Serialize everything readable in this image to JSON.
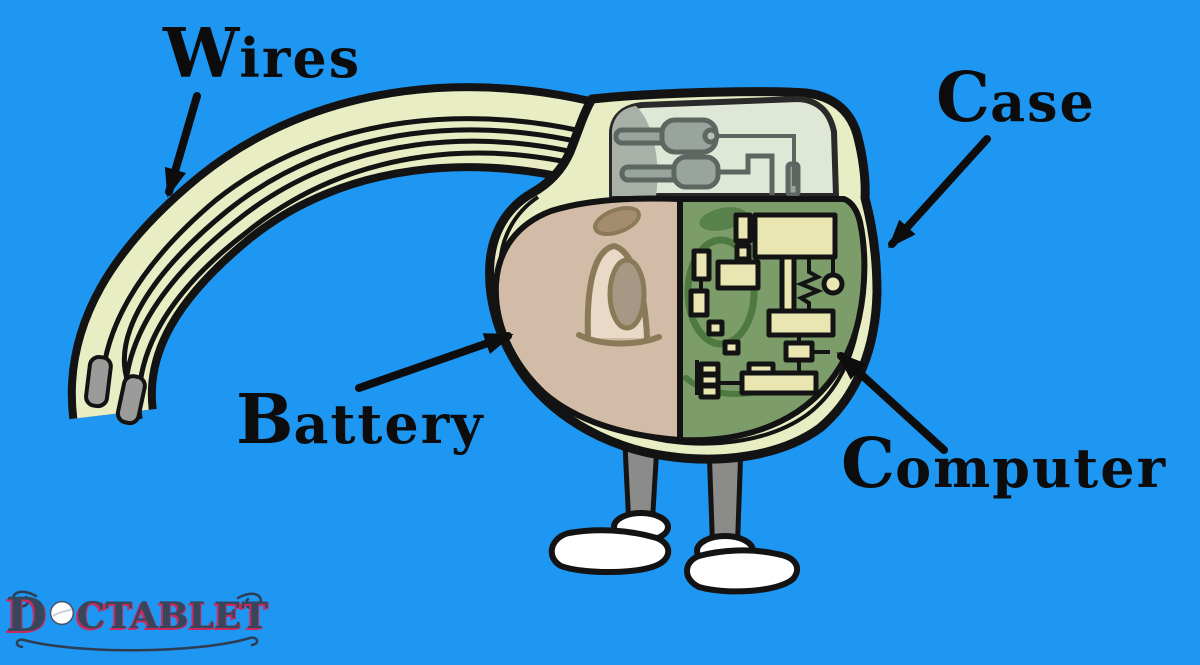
{
  "meta": {
    "background_color": "#1e97f3",
    "image_kind": "educational cartoon diagram",
    "subject": "Pacemaker cutaway cartoon with labeled parts"
  },
  "diagram": {
    "labels": {
      "wires": {
        "initial": "W",
        "rest": "ires"
      },
      "case": {
        "initial": "C",
        "rest": "ase"
      },
      "battery": {
        "initial": "B",
        "rest": "attery"
      },
      "computer": {
        "initial": "C",
        "rest": "omputer"
      }
    },
    "parts_depicted": [
      "lead wires with electrode tips",
      "cream outer case",
      "connector block with two ports",
      "tan battery half with cartoon eye",
      "green circuit board (computer) with chips and resistor",
      "cartoon legs with white shoes"
    ],
    "colors": {
      "background_blue": "#1e97f3",
      "outline_black": "#131313",
      "case_cream": "#e9edc4",
      "window_mint": "#dfe8d6",
      "connector_gray": "#9aa49e",
      "connector_outline": "#5d6661",
      "battery_tan": "#d2bba7",
      "eye_brown": "#8a7a58",
      "board_green": "#7c9c6a",
      "board_ring_green": "#4e7a42",
      "component_yellow": "#e9e6b2",
      "leg_gray": "#8b8b89",
      "electrode_gray": "#9b9b99",
      "shoe_white": "#ffffff"
    }
  },
  "logo": {
    "prefix": "D",
    "suffix": "CTABLET",
    "pill_letter": "O",
    "text_color": "#36465b",
    "accent_pink": "#c9295f"
  }
}
